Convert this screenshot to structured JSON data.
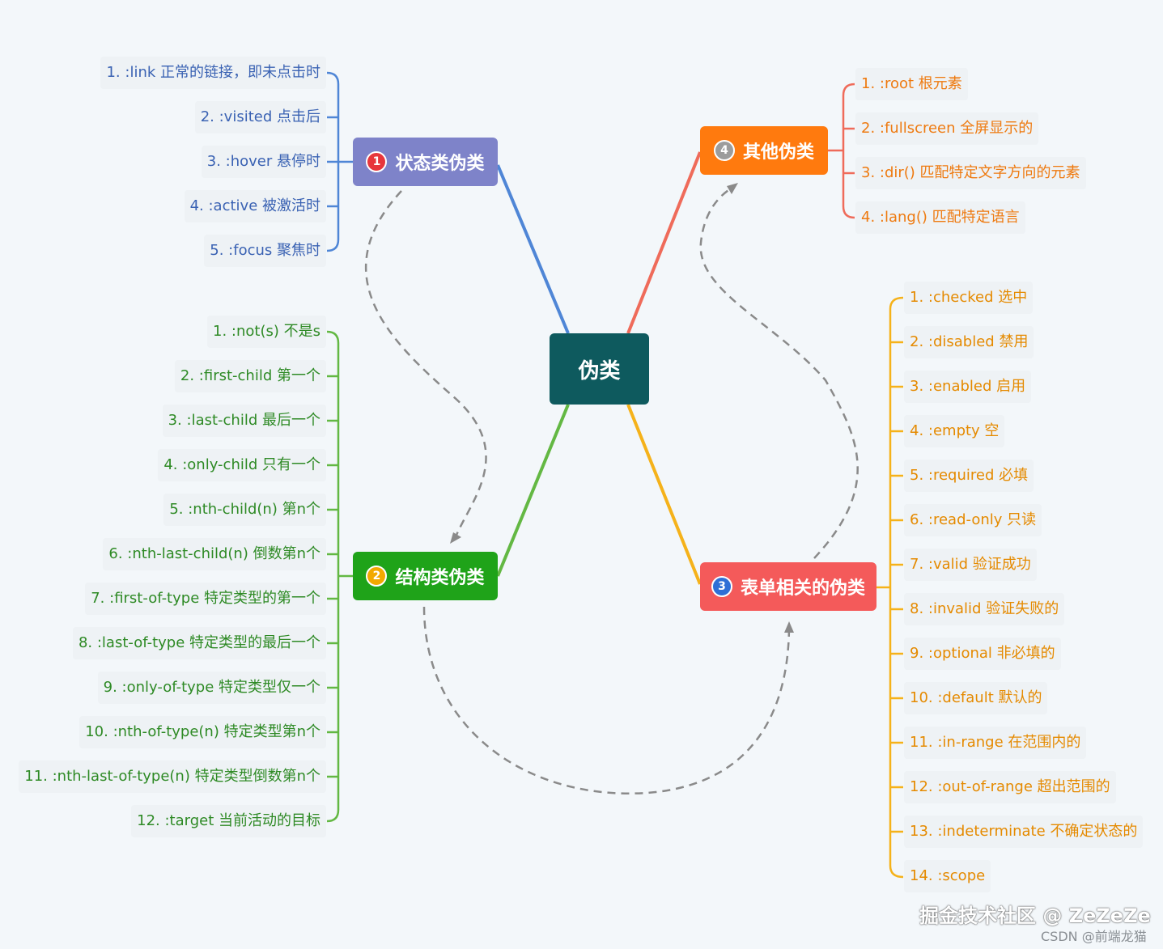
{
  "root": {
    "label": "伪类",
    "color": "#0e5a5e"
  },
  "branches": {
    "state": {
      "badge": "1",
      "label": "状态类伪类",
      "color": "#7e83c9",
      "badge_color": "#e7363c",
      "leaf_color": "#3a62b3",
      "items": [
        "1. :link 正常的链接，即未点击时",
        "2. :visited 点击后",
        "3. :hover 悬停时",
        "4. :active 被激活时",
        "5. :focus 聚焦时"
      ]
    },
    "structure": {
      "badge": "2",
      "label": "结构类伪类",
      "color": "#1fa319",
      "badge_color": "#f2a900",
      "leaf_color": "#2e8a25",
      "items": [
        "1. :not(s) 不是s",
        "2. :first-child 第一个",
        "3. :last-child 最后一个",
        "4. :only-child 只有一个",
        "5. :nth-child(n) 第n个",
        "6. :nth-last-child(n) 倒数第n个",
        "7. :first-of-type 特定类型的第一个",
        "8. :last-of-type 特定类型的最后一个",
        "9. :only-of-type 特定类型仅一个",
        "10. :nth-of-type(n) 特定类型第n个",
        "11. :nth-last-of-type(n) 特定类型倒数第n个",
        "12. :target 当前活动的目标"
      ]
    },
    "form": {
      "badge": "3",
      "label": "表单相关的伪类",
      "color": "#f45a5a",
      "badge_color": "#2f6fd6",
      "leaf_color": "#e58a00",
      "items": [
        "1. :checked 选中",
        "2. :disabled 禁用",
        "3. :enabled 启用",
        "4. :empty 空",
        "5. :required 必填",
        "6. :read-only 只读",
        "7. :valid 验证成功",
        "8. :invalid 验证失败的",
        "9. :optional 非必填的",
        "10. :default 默认的",
        "11. :in-range 在范围内的",
        "12. :out-of-range 超出范围的",
        "13. :indeterminate 不确定状态的",
        "14. :scope"
      ]
    },
    "other": {
      "badge": "4",
      "label": "其他伪类",
      "color": "#ff7a0e",
      "badge_color": "#9c9c9c",
      "leaf_color": "#ee7a10",
      "items": [
        "1. :root 根元素",
        "2. :fullscreen 全屏显示的",
        "3. :dir() 匹配特定文字方向的元素",
        "4. :lang() 匹配特定语言"
      ]
    }
  },
  "watermark": {
    "main": "掘金技术社区 @ ZeZeZe",
    "sub": "CSDN @前端龙猫"
  }
}
